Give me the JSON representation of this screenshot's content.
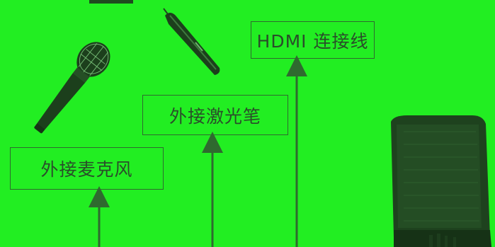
{
  "labels": {
    "hdmi": "HDMI 连接线",
    "laser": "外接激光笔",
    "microphone": "外接麦克风"
  },
  "colors": {
    "background": "#22ee22",
    "stroke": "#2f6a2f",
    "device_dark": "#1f4a1f"
  }
}
